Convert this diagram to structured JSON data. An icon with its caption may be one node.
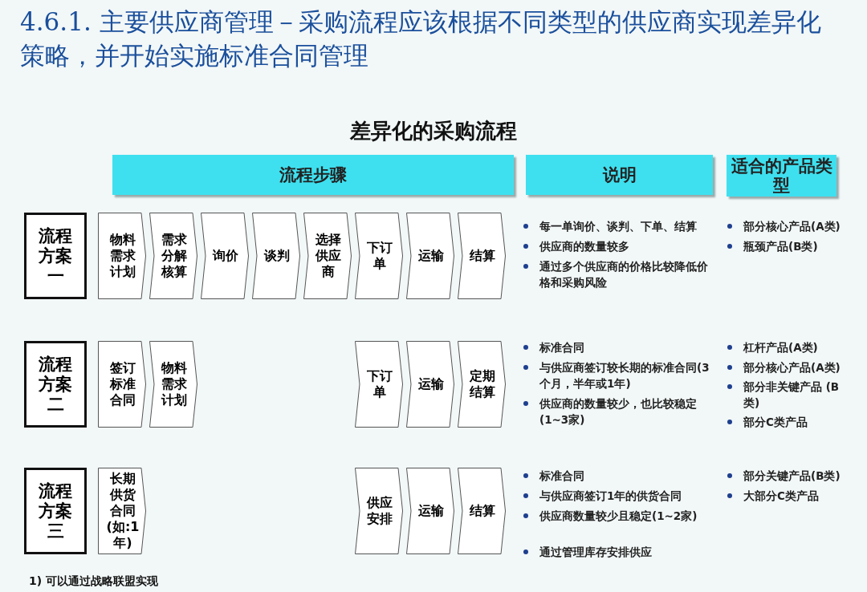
{
  "diagram": {
    "title": "4.6.1. 主要供应商管理－采购流程应该根据不同类型的供应商实现差异化策略，并开始实施标准合同管理",
    "nodes": [
      {
        "text": [
          "流程步骤"
        ]
      },
      {
        "text": [
          "说明"
        ]
      },
      {
        "text": [
          "适合的产品类型"
        ]
      },
      {
        "text": [
          "流程方案一"
        ]
      },
      {
        "text": [
          "物料需求计划"
        ]
      },
      {
        "text": [
          "需求分解核算"
        ]
      },
      {
        "text": [
          "询价"
        ]
      },
      {
        "text": [
          "谈判"
        ]
      },
      {
        "text": [
          "选择供应商"
        ]
      },
      {
        "text": [
          "下订单"
        ]
      },
      {
        "text": [
          "运输"
        ]
      },
      {
        "text": [
          "结算"
        ]
      },
      {
        "text": [
          "流程方案二"
        ]
      },
      {
        "text": [
          "签订标准合同"
        ]
      },
      {
        "text": [
          "物料需求计划"
        ]
      },
      {
        "text": [
          "下订单"
        ]
      },
      {
        "text": [
          "运输"
        ]
      },
      {
        "text": [
          "定期结算"
        ]
      },
      {
        "text": [
          "流程方案三"
        ]
      },
      {
        "text": [
          "长期供货合同(如:1年)"
        ]
      },
      {
        "text": [
          "供应安排"
        ]
      },
      {
        "text": [
          "运输"
        ]
      },
      {
        "text": [
          "结算"
        ]
      }
    ],
    "edges": [],
    "labels": [
      "差异化的采购流程",
      "每一单询价、谈判、下单、结算",
      "供应商的数量较多",
      "通过多个供应商的价格比较降低价格和采购风险",
      "部分核心产品(A类)",
      "瓶颈产品(B类)",
      "标准合同",
      "与供应商签订较长期的标准合同(3个月，半年或1年)",
      "供应商的数量较少，也比较稳定(1~3家)",
      "杠杆产品(A类)",
      "部分核心产品(A类)",
      "部分非关键产品 (B类)",
      "部分C类产品",
      "标准合同",
      "与供应商签订1年的供货合同",
      "供应商数量较少且稳定(1~2家)",
      "通过管理库存安排供应",
      "部分关键产品(B类)",
      "大部分C类产品",
      "1) 可以通过战略联盟实现"
    ]
  }
}
